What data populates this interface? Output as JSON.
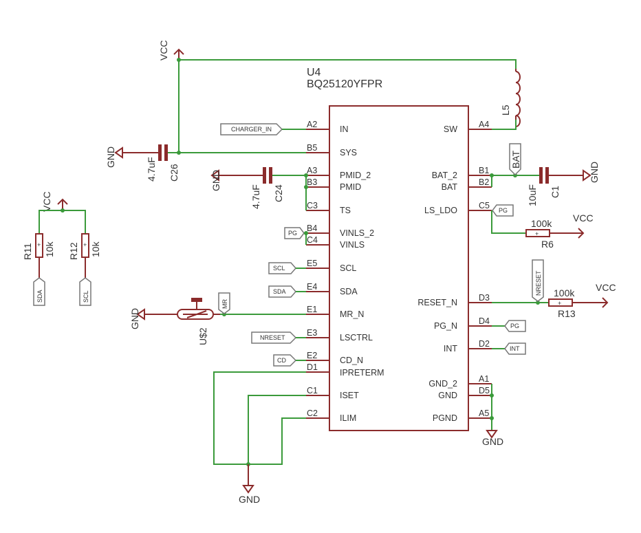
{
  "ic": {
    "ref": "U4",
    "value": "BQ25120YFPR",
    "left_pins": [
      {
        "num": "A2",
        "name": "IN"
      },
      {
        "num": "B5",
        "name": "SYS"
      },
      {
        "num": "A3",
        "name": "PMID_2"
      },
      {
        "num": "B3",
        "name": "PMID"
      },
      {
        "num": "C3",
        "name": "TS"
      },
      {
        "num": "B4",
        "name": "VINLS_2"
      },
      {
        "num": "C4",
        "name": "VINLS"
      },
      {
        "num": "E5",
        "name": "SCL"
      },
      {
        "num": "E4",
        "name": "SDA"
      },
      {
        "num": "E1",
        "name": "MR_N"
      },
      {
        "num": "E3",
        "name": "LSCTRL"
      },
      {
        "num": "E2",
        "name": "CD_N"
      },
      {
        "num": "D1",
        "name": "IPRETERM"
      },
      {
        "num": "C1",
        "name": "ISET"
      },
      {
        "num": "C2",
        "name": "ILIM"
      }
    ],
    "right_pins": [
      {
        "num": "A4",
        "name": "SW"
      },
      {
        "num": "B1",
        "name": "BAT_2"
      },
      {
        "num": "B2",
        "name": "BAT"
      },
      {
        "num": "C5",
        "name": "LS_LDO"
      },
      {
        "num": "D3",
        "name": "RESET_N"
      },
      {
        "num": "D4",
        "name": "PG_N"
      },
      {
        "num": "D2",
        "name": "INT"
      },
      {
        "num": "A1",
        "name": "GND_2"
      },
      {
        "num": "D5",
        "name": "GND"
      },
      {
        "num": "A5",
        "name": "PGND"
      }
    ]
  },
  "tags": {
    "charger_in": "CHARGER_IN",
    "pg": "PG",
    "scl": "SCL",
    "sda": "SDA",
    "mr": "MR",
    "nreset": "NRESET",
    "cd": "CD",
    "bat": "BAT",
    "int": "INT"
  },
  "nets": {
    "vcc": "VCC",
    "gnd": "GND"
  },
  "components": {
    "l5": {
      "ref": "L5"
    },
    "c26": {
      "ref": "C26",
      "value": "4.7uF"
    },
    "c24": {
      "ref": "C24",
      "value": "4.7uF"
    },
    "c1": {
      "ref": "C1",
      "value": "10uF"
    },
    "r6": {
      "ref": "R6",
      "value": "100k"
    },
    "r13": {
      "ref": "R13",
      "value": "100k"
    },
    "r11": {
      "ref": "R11",
      "value": "10k"
    },
    "r12": {
      "ref": "R12",
      "value": "10k"
    },
    "sw": {
      "ref": "U$2"
    }
  },
  "plus_sign": "+"
}
